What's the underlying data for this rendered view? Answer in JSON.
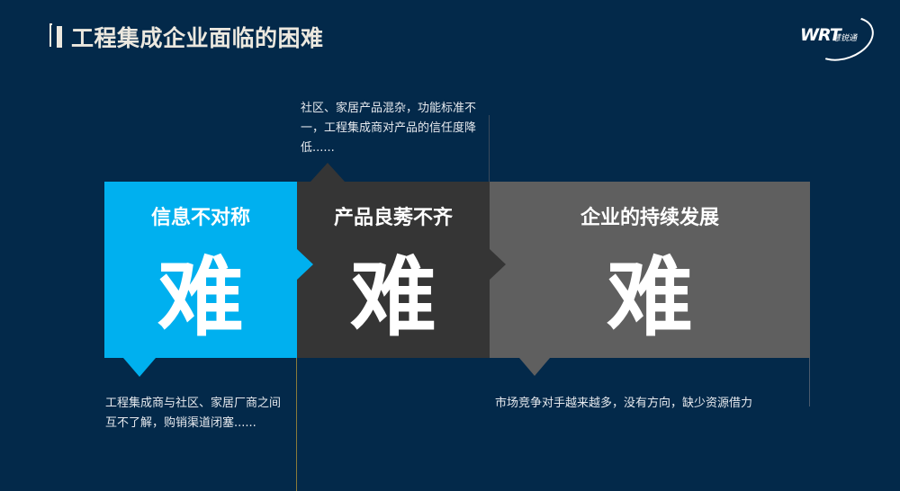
{
  "header": {
    "title": "工程集成企业面临的困难",
    "logo": {
      "mark": "WRT",
      "sub": "慧锐通"
    }
  },
  "colors": {
    "background": "#03294a",
    "box1": "#00b0ef",
    "box2": "#353535",
    "box3": "#5f5f5f",
    "title_text": "#ece8df"
  },
  "boxes": [
    {
      "heading": "信息不对称",
      "big": "难"
    },
    {
      "heading": "产品良莠不齐",
      "big": "难"
    },
    {
      "heading": "企业的持续发展",
      "big": "难"
    }
  ],
  "notes": {
    "top": "社区、家居产品混杂，功能标准不一，工程集成商对产品的信任度降低......",
    "left": "工程集成商与社区、家居厂商之间互不了解，购销渠道闭塞......",
    "right": "市场竞争对手越来越多，没有方向，缺少资源借力"
  }
}
